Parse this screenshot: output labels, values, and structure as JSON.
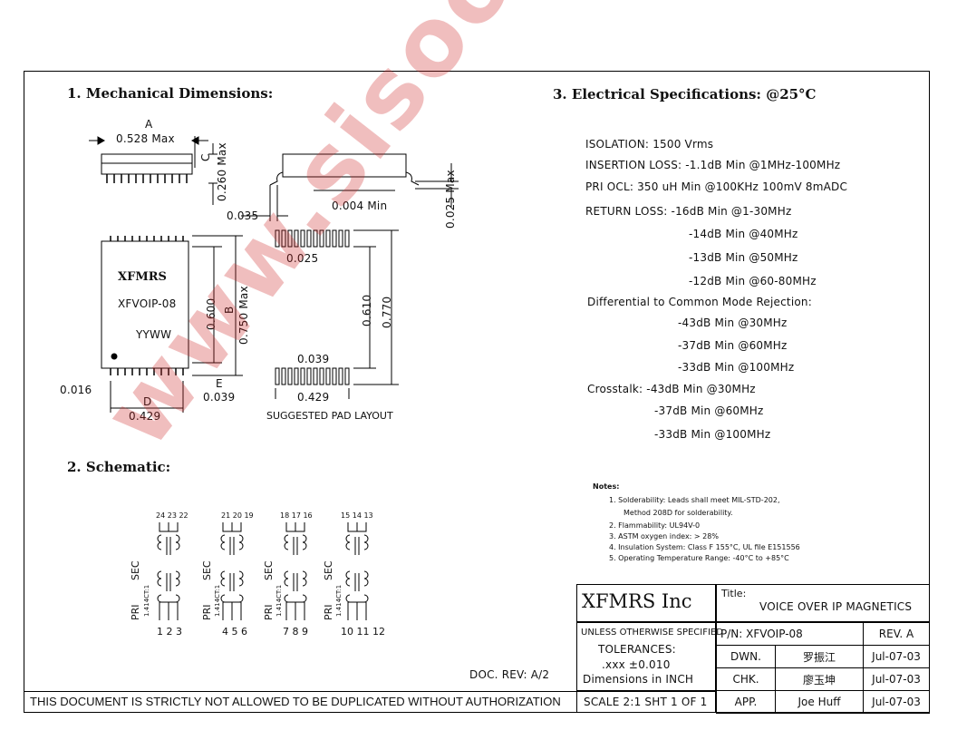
{
  "section1": {
    "heading": "1. Mechanical Dimensions:",
    "dim_a_letter": "A",
    "dim_a_value": "0.528 Max",
    "dim_c_letter": "C",
    "dim_c_value": "0.260 Max",
    "dim_lead": "0.035",
    "dim_004": "0.004 Min",
    "dim_025max": "0.025 Max",
    "dim_pad_025": "0.025",
    "part_brand": "XFMRS",
    "part_number": "XFVOIP-08",
    "part_date": "YYWW",
    "dim_600": "0.600",
    "dim_b_letter": "B",
    "dim_750": "0.750 Max",
    "dim_610": "0.610",
    "dim_770": "0.770",
    "dim_039_pad": "0.039",
    "dim_016": "0.016",
    "dim_e_letter": "E",
    "dim_039": "0.039",
    "dim_d_letter": "D",
    "dim_429": "0.429",
    "dim_429_pad": "0.429",
    "pad_layout_label": "SUGGESTED PAD LAYOUT"
  },
  "section2": {
    "heading": "2. Schematic:",
    "top_pins": [
      "24 23 22",
      "21 20 19",
      "18 17 16",
      "15 14 13"
    ],
    "bottom_pins": [
      "1 2 3",
      "4 5 6",
      "7 8 9",
      "10 11 12"
    ],
    "sec_label": "SEC",
    "pri_label": "PRI",
    "ratio": "1.414CT:1"
  },
  "section3": {
    "heading": "3. Electrical Specifications: @25°C",
    "lines": [
      "ISOLATION: 1500 Vrms",
      "INSERTION LOSS: -1.1dB Min @1MHz-100MHz",
      "PRI OCL: 350 uH Min @100KHz 100mV 8mADC",
      "RETURN LOSS: -16dB Min @1-30MHz",
      "-14dB Min @40MHz",
      "-13dB Min @50MHz",
      "-12dB Min @60-80MHz",
      "Differential to Common Mode Rejection:",
      "-43dB Min @30MHz",
      "-37dB Min @60MHz",
      "-33dB Min @100MHz",
      "Crosstalk: -43dB Min @30MHz",
      "-37dB Min @60MHz",
      "-33dB Min @100MHz"
    ]
  },
  "notes": {
    "title": "Notes:",
    "items": [
      "1. Solderability: Leads shall meet MIL-STD-202,",
      "Method 208D for solderability.",
      "2. Flammability: UL94V-0",
      "3. ASTM oxygen index: > 28%",
      "4. Insulation System: Class F 155°C, UL file E151556",
      "5. Operating Temperature Range: -40°C to +85°C"
    ]
  },
  "title_block": {
    "company": "XFMRS Inc",
    "title_label": "Title:",
    "title_value": "VOICE OVER IP MAGNETICS",
    "unless": "UNLESS OTHERWISE SPECIFIED",
    "tolerances": "TOLERANCES:",
    "tol_value": ".xxx ±0.010",
    "dims_in": "Dimensions in INCH",
    "pn": "P/N: XFVOIP-08",
    "rev": "REV. A",
    "dwn_label": "DWN.",
    "dwn_name": "罗振江",
    "dwn_date": "Jul-07-03",
    "chk_label": "CHK.",
    "chk_name": "廖玉坤",
    "chk_date": "Jul-07-03",
    "app_label": "APP.",
    "app_name": "Joe Huff",
    "app_date": "Jul-07-03",
    "scale": "SCALE 2:1 SHT 1 OF 1",
    "doc_rev": "DOC. REV: A/2"
  },
  "footer": "THIS DOCUMENT IS STRICTLY NOT ALLOWED TO BE DUPLICATED WITHOUT AUTHORIZATION",
  "watermark": "www.sisoog.com"
}
